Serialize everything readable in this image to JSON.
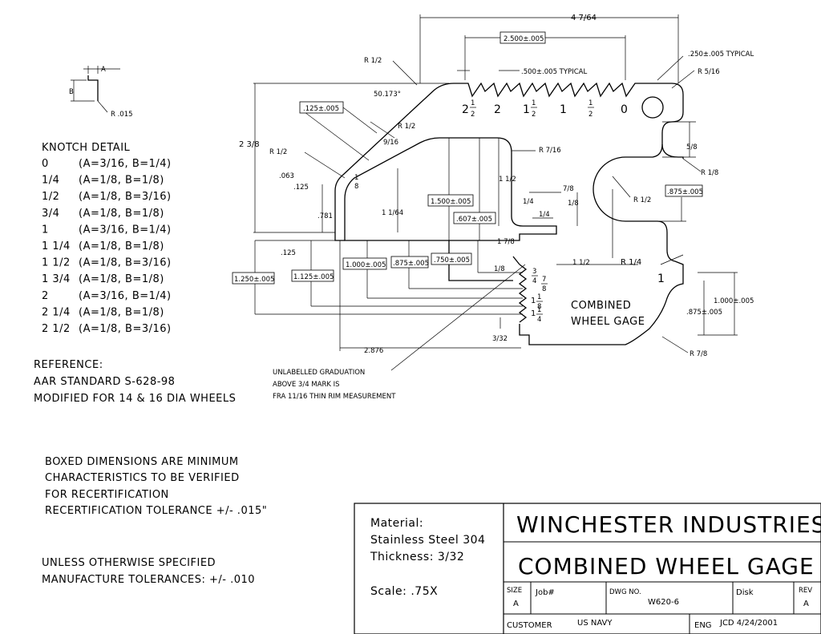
{
  "notch_detail": {
    "title": "KNOTCH DETAIL",
    "label_a": "A",
    "label_b": "B",
    "radius": "R .015",
    "rows": [
      {
        "size": "0",
        "spec": "(A=3/16, B=1/4)"
      },
      {
        "size": "1/4",
        "spec": "(A=1/8, B=1/8)"
      },
      {
        "size": "1/2",
        "spec": "(A=1/8, B=3/16)"
      },
      {
        "size": "3/4",
        "spec": "(A=1/8, B=1/8)"
      },
      {
        "size": "1",
        "spec": "(A=3/16, B=1/4)"
      },
      {
        "size": "1 1/4",
        "spec": "(A=1/8, B=1/8)"
      },
      {
        "size": "1 1/2",
        "spec": "(A=1/8, B=3/16)"
      },
      {
        "size": "1 3/4",
        "spec": "(A=1/8, B=1/8)"
      },
      {
        "size": "2",
        "spec": "(A=3/16, B=1/4)"
      },
      {
        "size": "2 1/4",
        "spec": "(A=1/8, B=1/8)"
      },
      {
        "size": "2 1/2",
        "spec": "(A=1/8, B=3/16)"
      }
    ]
  },
  "reference": [
    "REFERENCE:",
    "AAR STANDARD S-628-98",
    "MODIFIED FOR 14 & 16 DIA WHEELS"
  ],
  "boxed_note": [
    "BOXED DIMENSIONS ARE MINIMUM",
    "CHARACTERISTICS TO BE VERIFIED",
    "FOR RECERTIFICATION",
    "RECERTIFICATION TOLERANCE +/- .015\""
  ],
  "tolerance_note": [
    "UNLESS OTHERWISE SPECIFIED",
    "MANUFACTURE TOLERANCES: +/- .010"
  ],
  "graduation_note": [
    "UNLABELLED GRADUATION",
    "ABOVE 3/4 MARK IS",
    "FRA 11/16 THIN RIM MEASUREMENT"
  ],
  "dimensions": {
    "overall_width": "4 7/64",
    "scale_span": "2.500±.005",
    "typical_small": ".250±.005 TYPICAL",
    "typical_notch": ".500±.005  TYPICAL",
    "r_half_top": "R 1/2",
    "r_five_sixteenths": "R 5/16",
    "angle": "50.173°",
    "r_half_inner": "R 1/2",
    "slot": ".125±.005",
    "nine_sixteenths": "9/16",
    "height_left": "2 3/8",
    "r_half_left": "R 1/2",
    "r_seven_sixteenths": "R 7/16",
    "eighth_vertical": "1\n8",
    "sixty_three": ".063",
    "one_twenty_five_a": ".125",
    "seven_eighty_one": ".781",
    "one_one_sixtyfour": "1 1/64",
    "fifteen_hundred": "1.500±.005",
    "six_oh_seven": ".607±.005",
    "one_half_v": "1 1/2",
    "one_seven_eighths": "1 7/8",
    "quarter_a": "1/4",
    "quarter_b": "1/4",
    "eighth_a": "1/8",
    "seven_eighths_v": "7/8",
    "five_eighths": "5/8",
    "r_eighth": "R 1/8",
    "r_half_circle": "R 1/2",
    "eight_seventy_five_a": ".875±.005",
    "one_twenty_five_b": ".125",
    "thousand_a": "1.000±.005",
    "eight_seventy_five_b": ".875±.005",
    "seven_fifty": ".750±.005",
    "one_half_h": "1 1/2",
    "r_quarter": "R 1/4",
    "eighth_b": "1/8",
    "twelve_fifty": "1.250±.005",
    "eleven_twenty_five": "1.125±.005",
    "thousand_b": "1.000±.005",
    "eight_seventy_five_c": ".875±.005",
    "three_thirtyseconds": "3/32",
    "two_eight_seven_six": "2.876",
    "r_seven_eighths": "R 7/8"
  },
  "scale_marks": [
    {
      "whole": "2",
      "num": "1",
      "den": "2"
    },
    {
      "whole": "2",
      "num": "",
      "den": ""
    },
    {
      "whole": "1",
      "num": "1",
      "den": "2"
    },
    {
      "whole": "1",
      "num": "",
      "den": ""
    },
    {
      "whole": "",
      "num": "1",
      "den": "2"
    },
    {
      "whole": "0",
      "num": "",
      "den": ""
    }
  ],
  "flange_marks": [
    {
      "num": "3",
      "den": "4"
    },
    {
      "num": "7",
      "den": "8"
    },
    {
      "whole": "1",
      "num": "1",
      "den": "8"
    },
    {
      "whole": "1",
      "num": "1",
      "den": "4"
    },
    {
      "whole": "1",
      "num": "",
      "den": ""
    }
  ],
  "part_label": [
    "COMBINED",
    "WHEEL GAGE"
  ],
  "title_block": {
    "material_label": "Material:",
    "material_value": "Stainless Steel 304",
    "thickness": "Thickness: 3/32",
    "scale": "Scale: .75X",
    "company": "WINCHESTER INDUSTRIES INC.",
    "drawing_title": "COMBINED  WHEEL  GAGE",
    "size_label": "SIZE",
    "size_value": "A",
    "job_label": "Job#",
    "dwg_label": "DWG NO.",
    "dwg_value": "W620-6",
    "disk_label": "Disk",
    "rev_label": "REV",
    "rev_value": "A",
    "customer_label": "CUSTOMER",
    "customer_value": "US NAVY",
    "eng_label": "ENG",
    "eng_value": "JCD 4/24/2001"
  }
}
